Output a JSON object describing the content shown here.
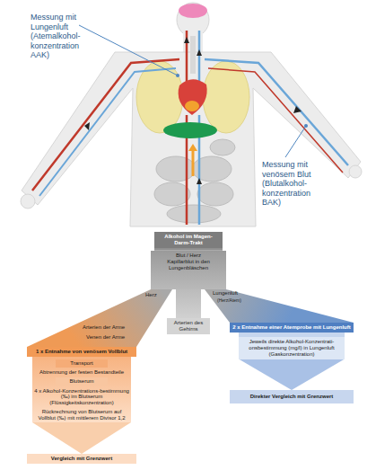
{
  "diagram": {
    "nodes": [
      {
        "text": [
          "Alkohol im Magen-Darm-Trakt"
        ]
      },
      {
        "text": [
          "Blut / Herz",
          "Kapillarblut in den Lungenbläschen"
        ]
      },
      {
        "text": [
          "Arterien des Gehirns"
        ]
      },
      {
        "text": [
          "1 x Entnahme von venösem Vollblut"
        ]
      },
      {
        "text": [
          "Transport"
        ]
      },
      {
        "text": [
          "Abtrennung der festen Bestandteile"
        ]
      },
      {
        "text": [
          "Blutserum"
        ]
      },
      {
        "text": [
          "4 x Alkohol-Konzentrations-bestimmung (‰) im Blutserum (Flüssigkeitskonzentration)"
        ]
      },
      {
        "text": [
          "Rückrechnung von Blutserum auf Vollblut (‰) mit mittlerem Divisor 1,2"
        ]
      },
      {
        "text": [
          "Vergleich mit Grenzwert"
        ]
      },
      {
        "text": [
          "2 x Entnahme einer Atemprobe mit Lungenluft"
        ]
      },
      {
        "text": [
          "Jeweils direkte Alkohol-Konzentrati-onsbestimmung (mg/l) in Lungenluft (Gaskonzentration)"
        ]
      },
      {
        "text": [
          "Direkter Vergleich mit Grenzwert"
        ]
      }
    ],
    "edges": [
      {
        "from": 0,
        "to": 1,
        "arrow": "none"
      },
      {
        "from": 1,
        "to": 2,
        "arrow": "none"
      },
      {
        "from": 1,
        "to": 3,
        "label": "Herz",
        "arrow": "none"
      },
      {
        "from": 1,
        "to": 10,
        "label": "Lungenluft",
        "arrow": "none"
      },
      {
        "from": 3,
        "to": 4,
        "arrow": "none"
      },
      {
        "from": 4,
        "to": 5,
        "arrow": "none"
      },
      {
        "from": 5,
        "to": 6,
        "arrow": "none"
      },
      {
        "from": 6,
        "to": 7,
        "arrow": "none"
      },
      {
        "from": 7,
        "to": 8,
        "arrow": "none"
      },
      {
        "from": 8,
        "to": 9,
        "arrow": "to"
      },
      {
        "from": 10,
        "to": 11,
        "arrow": "none"
      },
      {
        "from": 11,
        "to": 12,
        "arrow": "to"
      }
    ],
    "labels": [
      "Messung mit Lungenluft (Atemalkohol-konzentration AAK)",
      "Messung mit venösem Blut (Blutalkohol-konzentration BAK)",
      "Arterien der Arme",
      "Venen der Arme",
      "(Herz/Atem)"
    ]
  }
}
